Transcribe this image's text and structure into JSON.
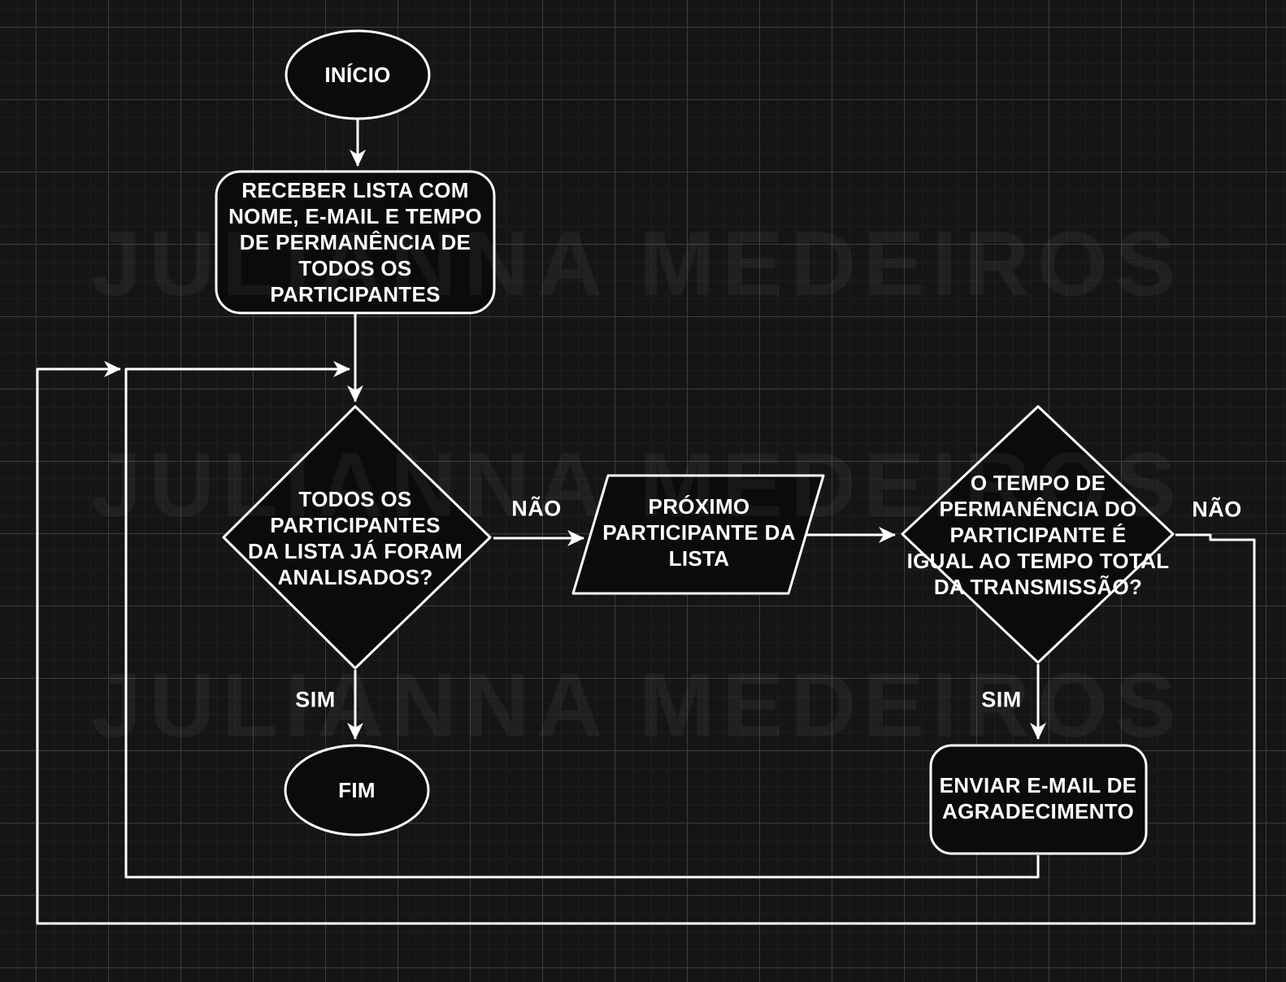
{
  "diagram": {
    "title_watermark": {
      "text": "JULIANNA MEDEIROS",
      "color": "#232323"
    },
    "colors": {
      "background": "#151515",
      "grid_minor": "#1f1f1f",
      "grid_major": "#3d3d3d",
      "shape_fill": "#0b0b0b",
      "shape_stroke": "#ffffff",
      "text": "#ffffff"
    },
    "nodes": [
      {
        "id": "start",
        "type": "terminator-ellipse",
        "label": "INÍCIO"
      },
      {
        "id": "receive-list",
        "type": "process-rounded-rect",
        "label": "RECEBER LISTA COM\nNOME, E-MAIL E TEMPO\nDE PERMANÊNCIA DE\nTODOS OS\nPARTICIPANTES"
      },
      {
        "id": "all-analyzed",
        "type": "decision-diamond",
        "label": "TODOS OS\nPARTICIPANTES\nDA LISTA JÁ FORAM\nANALISADOS?"
      },
      {
        "id": "next-participant",
        "type": "input-output-parallelogram",
        "label": "PRÓXIMO\nPARTICIPANTE DA\nLISTA"
      },
      {
        "id": "time-equal",
        "type": "decision-diamond",
        "label": "O TEMPO DE\nPERMANÊNCIA DO\nPARTICIPANTE É\nIGUAL AO TEMPO TOTAL\nDA TRANSMISSÃO?"
      },
      {
        "id": "send-email",
        "type": "process-rounded-rect",
        "label": "ENVIAR E-MAIL DE\nAGRADECIMENTO"
      },
      {
        "id": "end",
        "type": "terminator-ellipse",
        "label": "FIM"
      }
    ],
    "edge_labels": {
      "nao1": "NÃO",
      "sim1": "SIM",
      "nao2": "NÃO",
      "sim2": "SIM"
    }
  }
}
